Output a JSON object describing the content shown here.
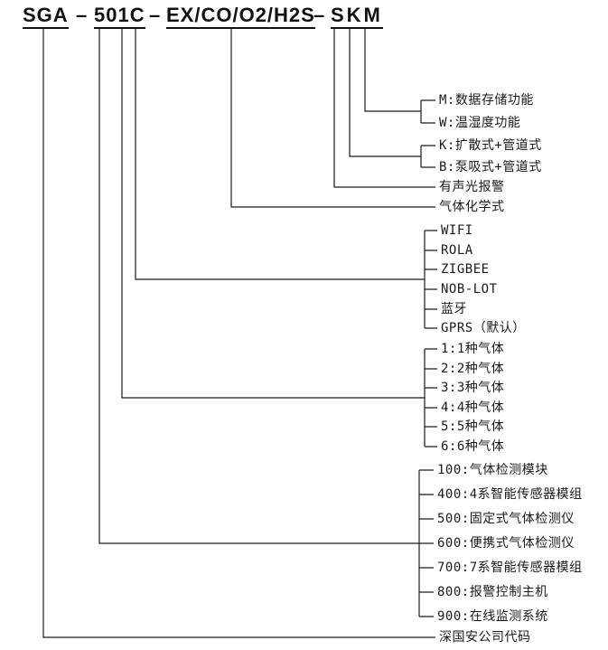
{
  "title": {
    "company": "SGA",
    "dash": "–",
    "model": "501C",
    "gas_formula": "EX/CO/O2/H2S",
    "suffix": "SKM"
  },
  "groups": [
    {
      "id": "function-options",
      "items": [
        "M:数据存储功能",
        "W:温湿度功能"
      ]
    },
    {
      "id": "sampling-options",
      "items": [
        "K:扩散式+管道式",
        "B:泵吸式+管道式"
      ]
    },
    {
      "id": "alarm",
      "items": [
        "有声光报警"
      ]
    },
    {
      "id": "gas-formula",
      "items": [
        "气体化学式"
      ]
    },
    {
      "id": "communication-options",
      "items": [
        "WIFI",
        "ROLA",
        "ZIGBEE",
        "NOB-LOT",
        "蓝牙",
        "GPRS（默认）"
      ]
    },
    {
      "id": "gas-count-options",
      "items": [
        "1:1种气体",
        "2:2种气体",
        "3:3种气体",
        "4:4种气体",
        "5:5种气体",
        "6:6种气体"
      ]
    },
    {
      "id": "series-options",
      "items": [
        "100:气体检测模块",
        "400:4系智能传感器模组",
        "500:固定式气体检测仪",
        "600:便携式气体检测仪",
        "700:7系智能传感器模组",
        "800:报警控制主机",
        "900:在线监测系统"
      ]
    },
    {
      "id": "company-code",
      "items": [
        "深国安公司代码"
      ]
    }
  ],
  "colors": {
    "line": "#1a1a1a",
    "text": "#1a1a1a",
    "background": "#ffffff"
  }
}
